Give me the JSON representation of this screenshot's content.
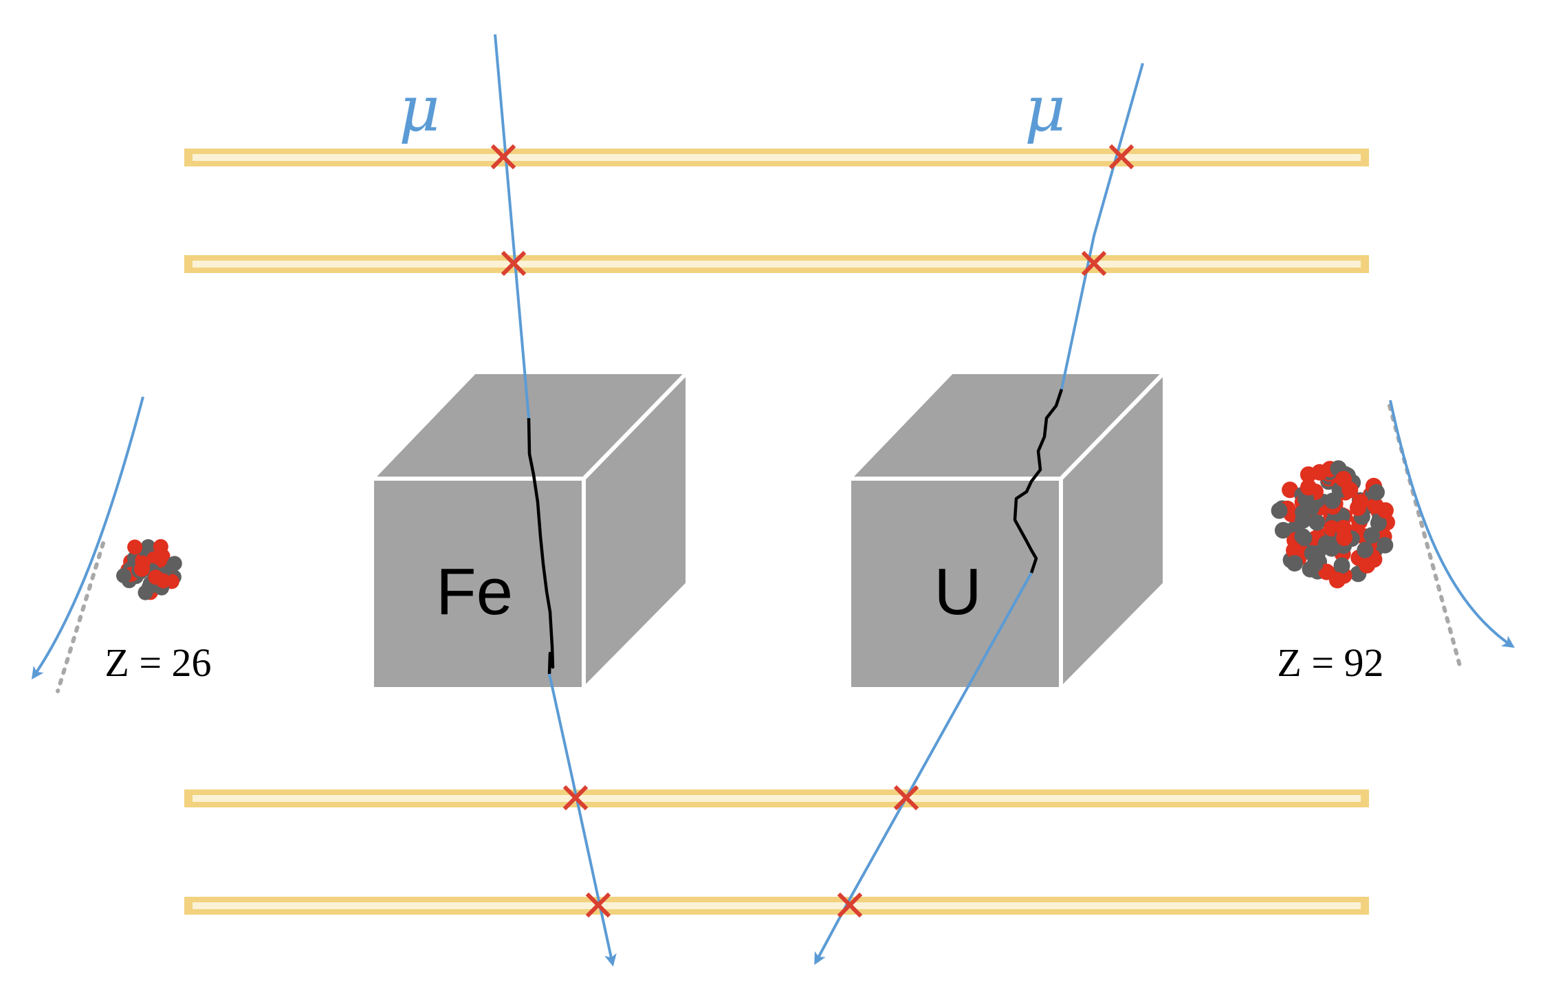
{
  "labels": {
    "muon_left": "μ",
    "muon_right": "μ",
    "box_left": "Fe",
    "box_right": "U",
    "z_left": "Z = 26",
    "z_right": "Z = 92"
  },
  "colors": {
    "detector_outer": "#f2d27e",
    "detector_inner": "#fbf2d6",
    "muon_track": "#5b9bd5",
    "hit_marker": "#d94030",
    "box_face": "#a3a3a3",
    "box_edge": "#ffffff",
    "scatter_path": "#000000",
    "nucleus_neutron": "#5f5f5f",
    "nucleus_proton": "#e0301e",
    "dotted_reference": "#a8a8a8"
  },
  "icons": {
    "hit": "cross-icon",
    "nucleus_left": "iron-nucleus-icon",
    "nucleus_right": "uranium-nucleus-icon"
  }
}
